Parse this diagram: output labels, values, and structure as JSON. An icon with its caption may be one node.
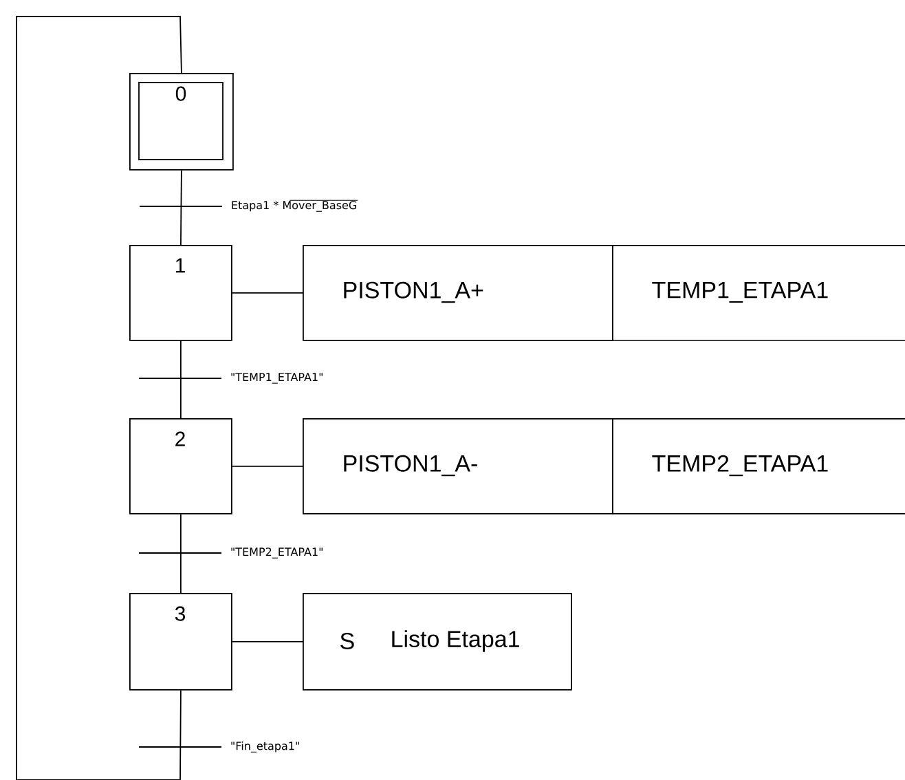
{
  "diagram": {
    "nodes": [
      {
        "text": [
          "0"
        ]
      },
      {
        "text": [
          "1"
        ]
      },
      {
        "text": [
          "PISTON1_A+"
        ]
      },
      {
        "text": [
          "TEMP1_ETAPA1"
        ]
      },
      {
        "text": [
          "2"
        ]
      },
      {
        "text": [
          "PISTON1_A-"
        ]
      },
      {
        "text": [
          "TEMP2_ETAPA1"
        ]
      },
      {
        "text": [
          "3"
        ]
      },
      {
        "text": [
          "S",
          "Listo Etapa1"
        ]
      }
    ],
    "edges": [
      {
        "from": 0,
        "to": 1,
        "arrow": "none",
        "label": "Etapa1 * Mover_BaseG"
      },
      {
        "from": 1,
        "to": 2,
        "arrow": "none"
      },
      {
        "from": 1,
        "to": 4,
        "arrow": "none",
        "label": "\"TEMP1_ETAPA1\""
      },
      {
        "from": 4,
        "to": 5,
        "arrow": "none"
      },
      {
        "from": 4,
        "to": 7,
        "arrow": "none",
        "label": "\"TEMP2_ETAPA1\""
      },
      {
        "from": 7,
        "to": 8,
        "arrow": "none"
      },
      {
        "from": 7,
        "to": 0,
        "arrow": "none",
        "label": "\"Fin_etapa1\""
      }
    ]
  }
}
